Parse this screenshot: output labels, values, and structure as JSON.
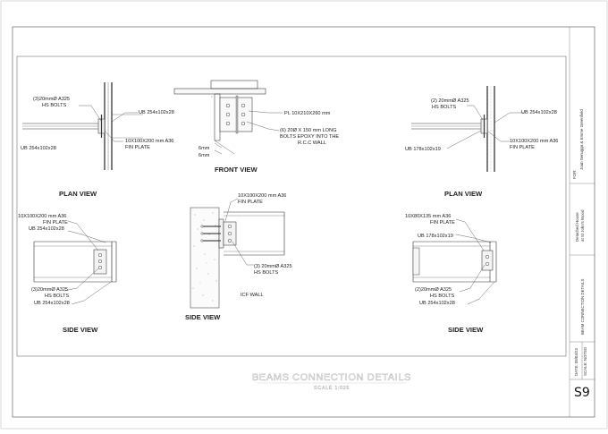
{
  "titleblock": {
    "client_label": "FOR:",
    "client": "Joan Senugga & Emme Greenfield",
    "project_line1": "Detached House",
    "project_line2": "at St John's Wood",
    "drawing": "BEAM CONNECTION DETAILS",
    "date_label": "DATE: 05/04/23",
    "scale_label": "SCALE: NOTED",
    "sheet_number": "S9"
  },
  "sheet_title": {
    "title": "BEAMS CONNECTION DETAILS",
    "scale": "SCALE 1:025"
  },
  "views": {
    "plan_left": {
      "label": "PLAN VIEW",
      "ann_bolts_1": "(3)20mmØ A325",
      "ann_bolts_2": "HS BOLTS",
      "ann_beam_right": "UB 254x102x28",
      "ann_plate_1": "10X100X200 mm A36",
      "ann_plate_2": "FIN PLATE",
      "ann_beam_left": "UB 254x102x28"
    },
    "front": {
      "label": "FRONT VIEW",
      "ann_pl": "PL 10X210X260 mm",
      "ann_epoxy_1": "(6) 20Ø X 150 mm LONG",
      "ann_epoxy_2": "BOLTS EPOXY INTO THE",
      "ann_epoxy_3": "R.C.C WALL",
      "ann_gap_1": "6mm",
      "ann_gap_2": "6mm"
    },
    "plan_right": {
      "label": "PLAN VIEW",
      "ann_bolts_1": "(2) 20mmØ A325",
      "ann_bolts_2": "HS BOLTS",
      "ann_beam_right": "UB 254x102x28",
      "ann_plate_1": "10X100X200 mm A36",
      "ann_plate_2": "FIN PLATE",
      "ann_beam_left": "UB 178x102x19"
    },
    "side_left": {
      "label": "SIDE VIEW",
      "ann_plate_1": "10X100X200 mm A36",
      "ann_plate_2": "FIN PLATE",
      "ann_beam_top": "UB 254x102x28",
      "ann_bolts_1": "(3)20mmØ A325",
      "ann_bolts_2": "HS BOLTS",
      "ann_beam_bottom": "UB 254x102x28"
    },
    "side_center": {
      "label": "SIDE VIEW",
      "ann_plate_1": "10X100X200 mm A36",
      "ann_plate_2": "FIN PLATE",
      "ann_bolts_1": "(3) 20mmØ A325",
      "ann_bolts_2": "HS BOLTS",
      "ann_wall": "ICF WALL"
    },
    "side_right": {
      "label": "SIDE VIEW",
      "ann_plate_1": "10X80X135 mm A36",
      "ann_plate_2": "FIN PLATE",
      "ann_beam_top": "UB 178x102x19",
      "ann_bolts_1": "(2)20mmØ A325",
      "ann_bolts_2": "HS BOLTS",
      "ann_beam_bottom": "UB 254x102x28"
    }
  }
}
